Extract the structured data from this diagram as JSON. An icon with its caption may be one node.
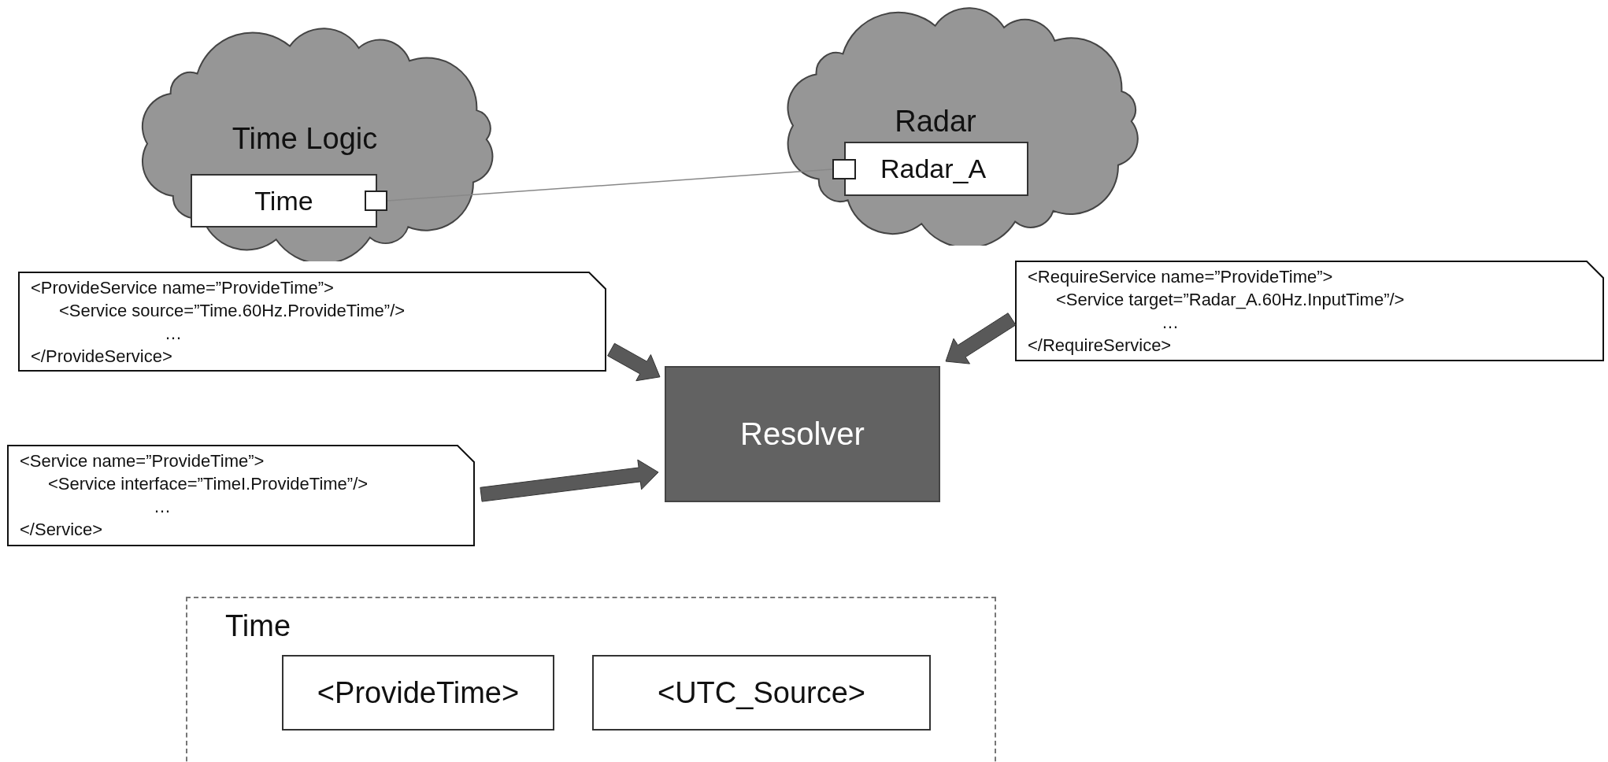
{
  "diagram": {
    "nodes": [
      {
        "text": [
          "Time Logic"
        ]
      },
      {
        "text": [
          "Time"
        ],
        "in": 0
      },
      {
        "text": [],
        "shape": "box",
        "in": 0
      },
      {
        "text": [
          "Radar"
        ]
      },
      {
        "text": [
          "Radar_A"
        ],
        "in": 3
      },
      {
        "text": [],
        "shape": "box",
        "in": 3
      },
      {
        "text": [
          "<RequireService name=”ProvideTime”>",
          "<Service target=”Radar_A.60Hz.InputTime”/>",
          "…",
          "</RequireService>"
        ]
      },
      {
        "text": [
          "<ProvideService name=”ProvideTime”>",
          "<Service source=”Time.60Hz.ProvideTime”/>",
          "…",
          "</ProvideService>"
        ]
      },
      {
        "text": [
          "Resolver"
        ]
      },
      {
        "text": [
          "<Service name=”ProvideTime”>",
          "<Service interface=”TimeI.ProvideTime”/>",
          "…",
          "</Service>"
        ]
      },
      {
        "text": [
          "Time"
        ]
      },
      {
        "text": [
          "<ProvideTime>"
        ],
        "in": 10
      },
      {
        "text": [
          "<UTC_Source>"
        ],
        "in": 10
      }
    ],
    "edges": [
      {
        "from": 2,
        "to": 5,
        "arrow": "none"
      },
      {
        "from": 7,
        "to": 8,
        "arrow": "to",
        "style": "thick"
      },
      {
        "from": 6,
        "to": 8,
        "arrow": "to",
        "style": "thick"
      },
      {
        "from": 9,
        "to": 8,
        "arrow": "to",
        "style": "thick"
      }
    ]
  }
}
